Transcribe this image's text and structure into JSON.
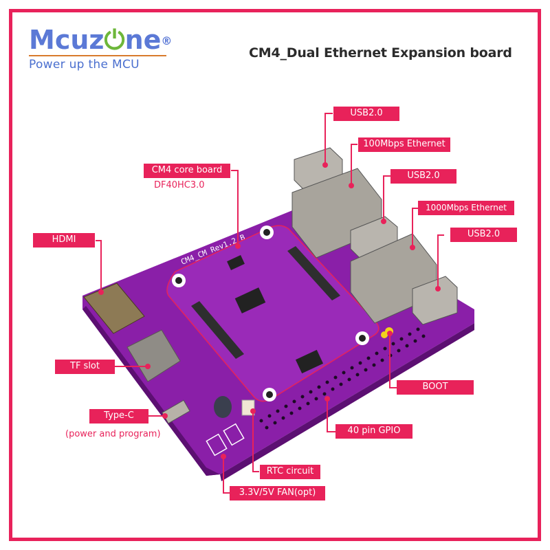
{
  "header": {
    "brand": {
      "prefix": "Mcuz",
      "power_glyph": "o",
      "suffix": "ne",
      "registered": "®",
      "tagline": "Power up the MCU"
    },
    "title": "CM4_Dual Ethernet Expansion board"
  },
  "colors": {
    "accent": "#e8225a",
    "brand_blue": "#5b79d6",
    "brand_green": "#6db73a",
    "brand_rule": "#d87a2b",
    "pcb_purple": "#8a1fa8",
    "title_text": "#2b2b2b"
  },
  "board": {
    "silkscreen": "CM4_CM_Rev1.2_B"
  },
  "callouts": [
    {
      "id": "usb-1",
      "label": "USB2.0"
    },
    {
      "id": "eth-100",
      "label": "100Mbps Ethernet"
    },
    {
      "id": "usb-2",
      "label": "USB2.0"
    },
    {
      "id": "eth-1000",
      "label": "1000Mbps Ethernet"
    },
    {
      "id": "usb-3",
      "label": "USB2.0"
    },
    {
      "id": "cm4-core",
      "label": "CM4 core board",
      "sublabel": "DF40HC3.0"
    },
    {
      "id": "hdmi",
      "label": "HDMI"
    },
    {
      "id": "tf-slot",
      "label": "TF slot"
    },
    {
      "id": "type-c",
      "label": "Type-C",
      "sublabel": "(power and program)"
    },
    {
      "id": "boot",
      "label": "BOOT"
    },
    {
      "id": "gpio",
      "label": "40 pin GPIO"
    },
    {
      "id": "rtc",
      "label": "RTC circuit"
    },
    {
      "id": "fan",
      "label": "3.3V/5V FAN(opt)"
    }
  ]
}
